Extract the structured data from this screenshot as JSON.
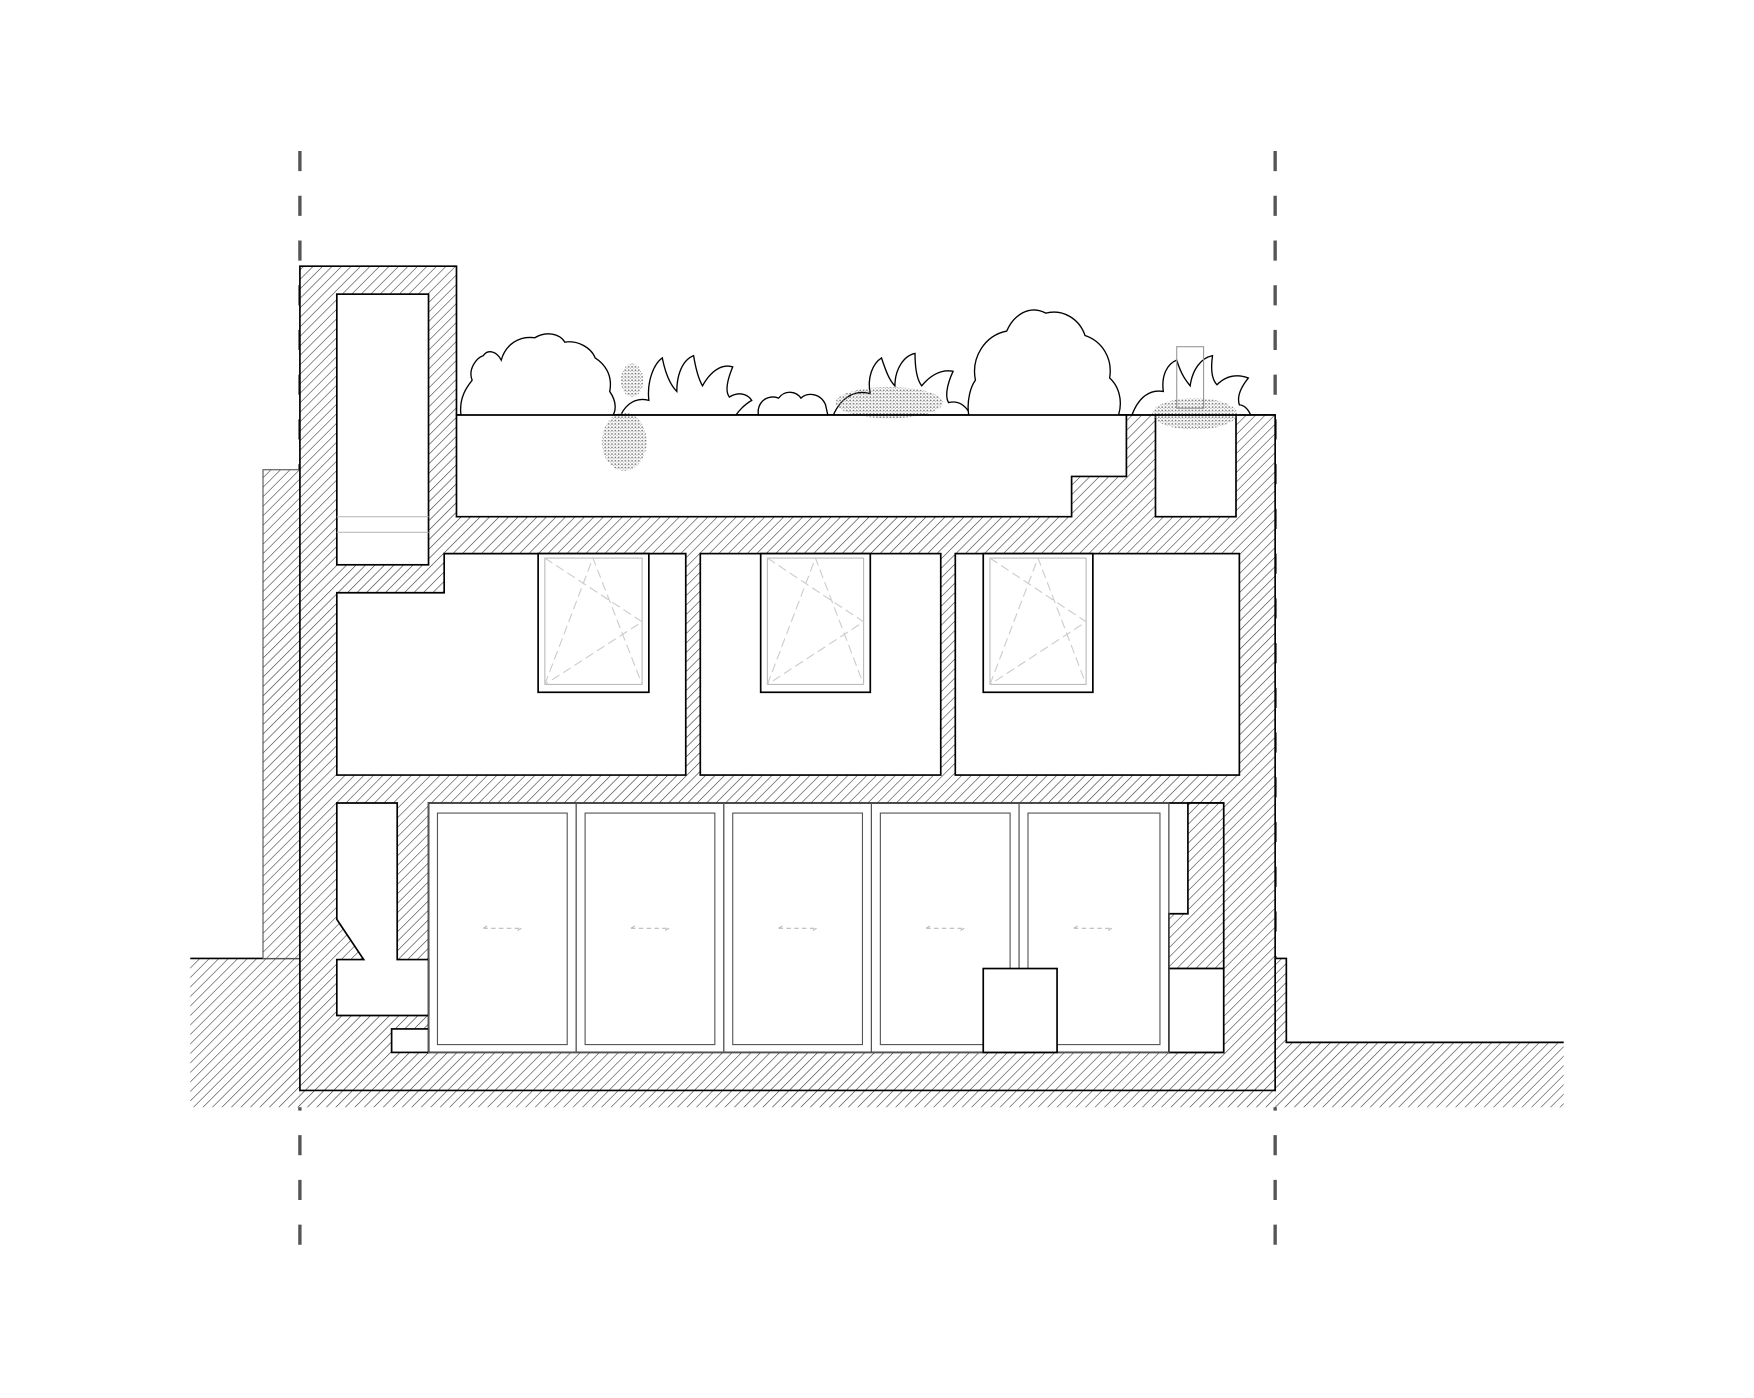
{
  "drawing": {
    "type": "architectural-section",
    "colors": {
      "line": "#000000",
      "hatch": "#333333",
      "axis": "#555555",
      "foliage": "#7a7a7a",
      "window_detail": "#bbbbbb",
      "background": "#ffffff"
    },
    "floors": 3,
    "roof_planters": 2,
    "upper_windows": 3,
    "ground_floor_door_panels": 5
  }
}
